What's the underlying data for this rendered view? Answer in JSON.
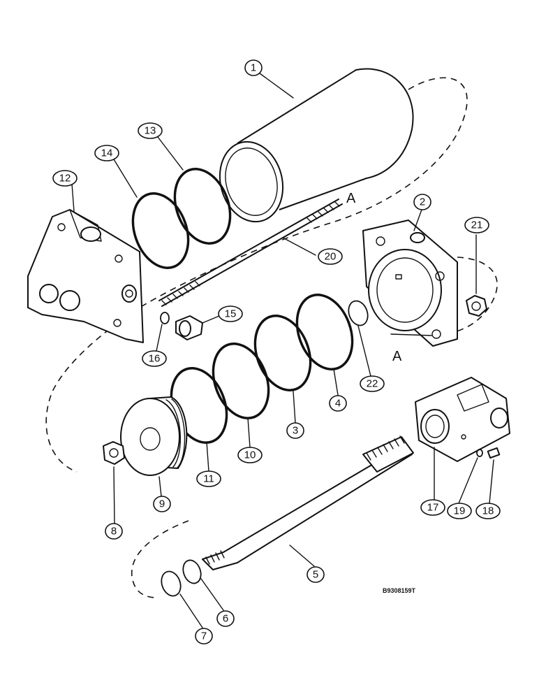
{
  "figure_id": "B9308159T",
  "section_label": "A",
  "callouts": [
    "1",
    "2",
    "3",
    "4",
    "5",
    "6",
    "7",
    "8",
    "9",
    "10",
    "11",
    "12",
    "13",
    "14",
    "15",
    "16",
    "17",
    "18",
    "19",
    "20",
    "21",
    "22"
  ]
}
